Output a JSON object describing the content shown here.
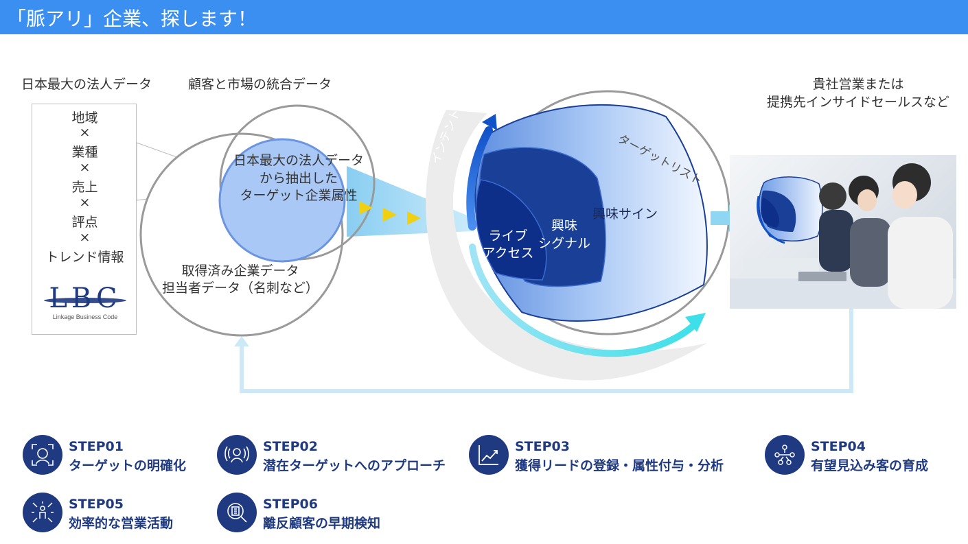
{
  "header": {
    "title": "「脈アリ」企業、探します！",
    "color": "#3b8ff0"
  },
  "labels": {
    "corp_data_title": "日本最大の法人データ",
    "integrated_title": "顧客と市場の統合データ",
    "sales_title_1": "貴社営業または",
    "sales_title_2": "提携先インサイドセールスなど"
  },
  "attributes": [
    "地域",
    "×",
    "業種",
    "×",
    "売上",
    "×",
    "評点",
    "×",
    "トレンド情報"
  ],
  "lbc": {
    "logo_text": "LBC",
    "subtitle": "Linkage Business Code"
  },
  "venn": {
    "inner_line1": "日本最大の法人データ",
    "inner_line2": "から抽出した",
    "inner_line3": "ターゲット企業属性",
    "outer_line1": "取得済み企業データ",
    "outer_line2": "担当者データ（名刺など）"
  },
  "funnel": {
    "intent_label": "インテントデータ",
    "target_list": "ターゲットリスト",
    "interest_sign": "興味サイン",
    "interest_signal_1": "興味",
    "interest_signal_2": "シグナル",
    "live_access_1": "ライブ",
    "live_access_2": "アクセス"
  },
  "steps": [
    {
      "code": "STEP01",
      "desc": "ターゲットの明確化",
      "icon": "face-scan-icon"
    },
    {
      "code": "STEP02",
      "desc": "潜在ターゲットへのアプローチ",
      "icon": "broadcast-person-icon"
    },
    {
      "code": "STEP03",
      "desc": "獲得リードの登録・属性付与・分析",
      "icon": "trend-chart-icon"
    },
    {
      "code": "STEP04",
      "desc": "有望見込み客の育成",
      "icon": "network-people-icon"
    },
    {
      "code": "STEP05",
      "desc": "効率的な営業活動",
      "icon": "focus-person-icon"
    },
    {
      "code": "STEP06",
      "desc": "離反顧客の早期検知",
      "icon": "search-building-icon"
    }
  ],
  "colors": {
    "dark_navy": "#0d2f8a",
    "mid_navy": "#1a3f96",
    "light_blue": "#a9c8f5",
    "cyan": "#3de0e8",
    "step_navy": "#1f3a80"
  }
}
